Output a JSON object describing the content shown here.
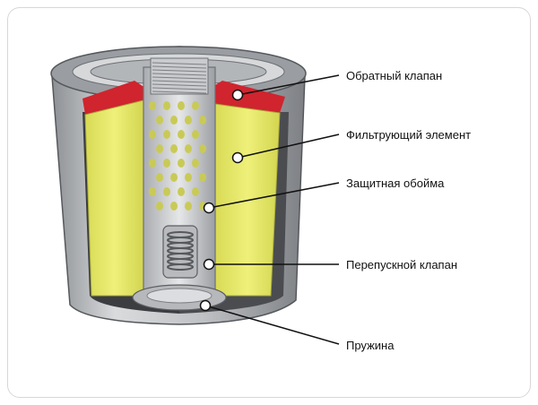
{
  "labels": [
    {
      "id": "check-valve",
      "text": "Обратный клапан"
    },
    {
      "id": "filter-element",
      "text": "Фильтрующий элемент"
    },
    {
      "id": "protective-cage",
      "text": "Защитная обойма"
    },
    {
      "id": "bypass-valve",
      "text": "Перепускной клапан"
    },
    {
      "id": "spring",
      "text": "Пружина"
    }
  ],
  "colors": {
    "filter_media": "#e8ea6b",
    "gasket_red": "#d0242e",
    "metal_dark": "#6f7276",
    "metal_light": "#c4c6c9",
    "callout_line": "#111111"
  }
}
